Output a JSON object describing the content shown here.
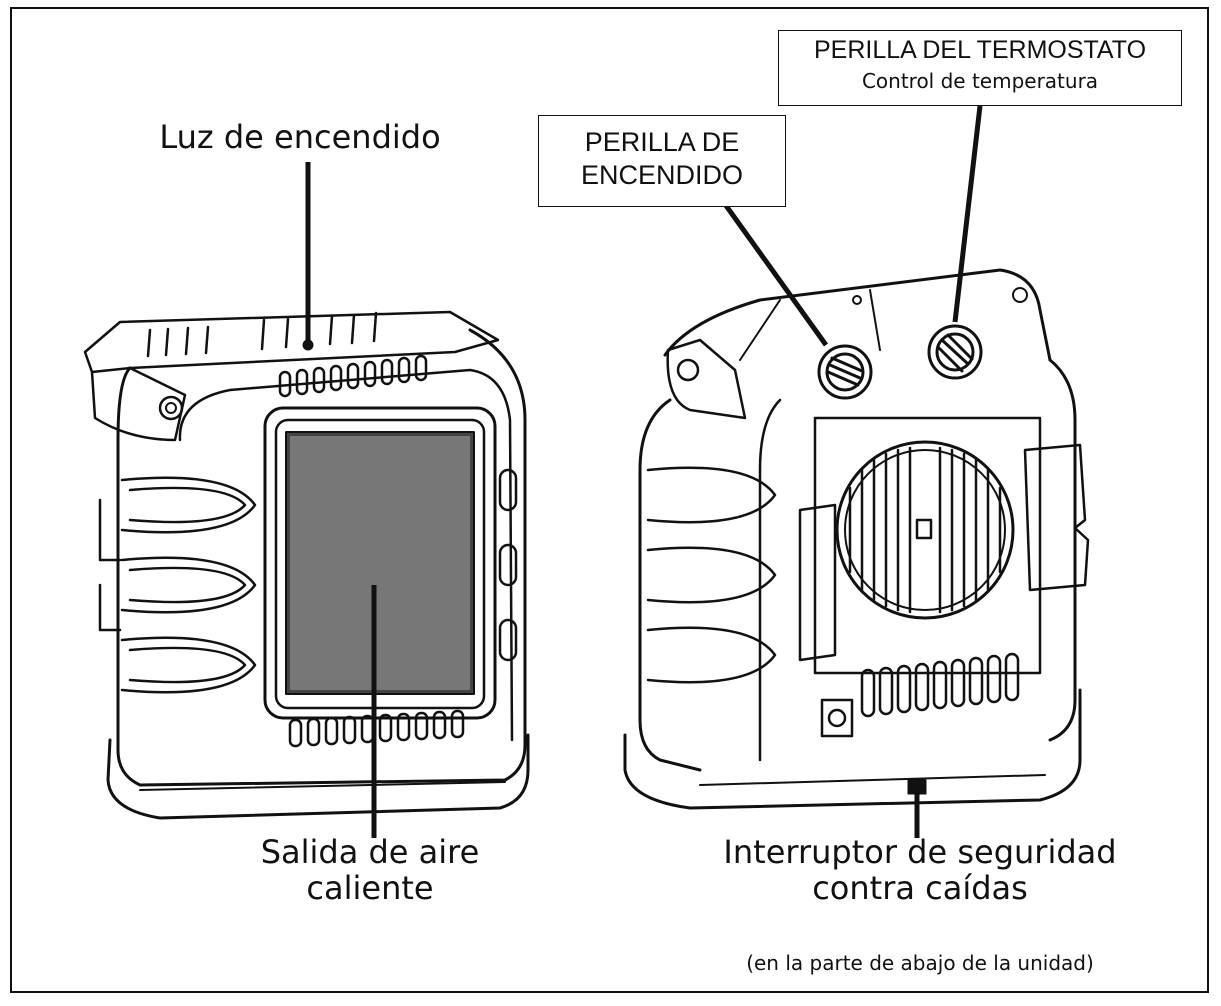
{
  "labels": {
    "luz_encendido": "Luz de encendido",
    "salida_line1": "Salida de aire",
    "salida_line2": "caliente",
    "perilla_encendido_line1": "PERILLA DE",
    "perilla_encendido_line2": "ENCENDIDO",
    "perilla_termostato": "PERILLA DEL TERMOSTATO",
    "control_temperatura": "Control de temperatura",
    "interruptor_line1": "Interruptor de seguridad",
    "interruptor_line2": "contra caídas",
    "interruptor_note": "(en la parte de abajo de la unidad)"
  },
  "colors": {
    "ink": "#111111",
    "background": "#ffffff"
  }
}
